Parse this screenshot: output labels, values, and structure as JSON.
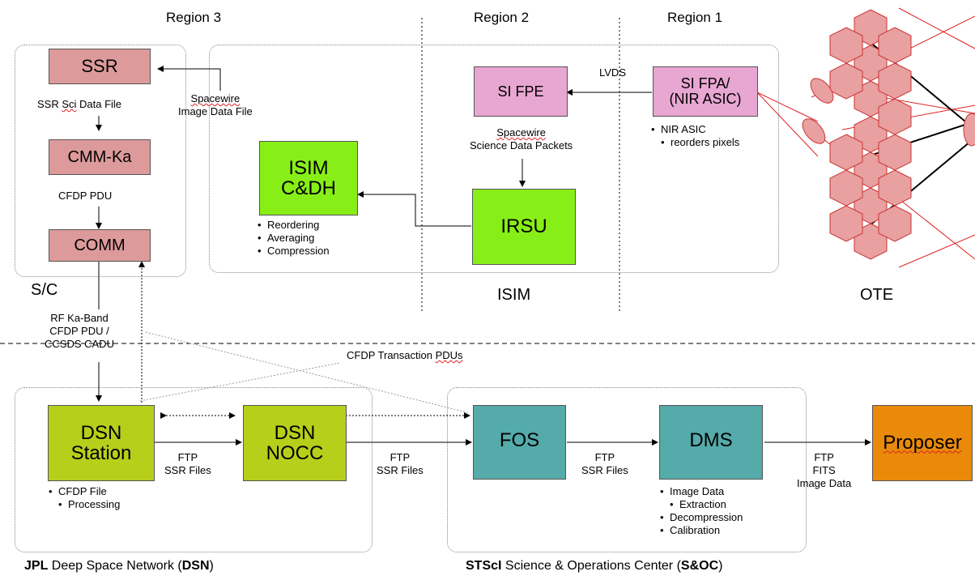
{
  "regions": {
    "region3": "Region 3",
    "region2": "Region 2",
    "region1": "Region 1"
  },
  "section_labels": {
    "sc": "S/C",
    "isim": "ISIM",
    "ote": "OTE"
  },
  "boxes": {
    "ssr": "SSR",
    "cmm": "CMM-Ka",
    "comm": "COMM",
    "isim_cdh_1": "ISIM",
    "isim_cdh_2": "C&DH",
    "si_fpe": "SI FPE",
    "si_fpa_1": "SI FPA/",
    "si_fpa_2": "(NIR ASIC)",
    "irsu": "IRSU",
    "dsn_station_1": "DSN",
    "dsn_station_2": "Station",
    "dsn_nocc_1": "DSN",
    "dsn_nocc_2": "NOCC",
    "fos": "FOS",
    "dms": "DMS",
    "proposer": "Proposer"
  },
  "labels": {
    "ssr_sci_1": "SSR ",
    "ssr_sci_squig": "Sci",
    "ssr_sci_2": " Data File",
    "cfdp_pdu": "CFDP PDU",
    "spacewire_1": "Spacewire",
    "spacewire_img": "Image Data File",
    "spacewire_2": "Spacewire",
    "spacewire_sci": "Science Data Packets",
    "lvds": "LVDS",
    "nir_1": "NIR ASIC",
    "nir_2": "reorders pixels",
    "rf_1": "RF Ka-Band",
    "rf_2": "CFDP PDU /",
    "rf_3": "CCSDS CADU",
    "cfdp_trans_1": "CFDP Transaction ",
    "cfdp_trans_squig": "PDUs",
    "ftp1_1": "FTP",
    "ftp1_2": "SSR Files",
    "ftp2_1": "FTP",
    "ftp2_2": "SSR Files",
    "ftp3_1": "FTP",
    "ftp3_2": "SSR Files",
    "ftp4_1": "FTP",
    "ftp4_2": "FITS",
    "ftp4_3": "Image Data"
  },
  "bullets": {
    "cdh": [
      "Reordering",
      "Averaging",
      "Compression"
    ],
    "dsn": [
      "CFDP File",
      "Processing"
    ],
    "dms": [
      "Image Data",
      "Extraction",
      "Decompression",
      "Calibration"
    ]
  },
  "titles": {
    "dsn_a": "JPL",
    "dsn_b": " Deep Space Network (",
    "dsn_c": "DSN",
    "dsn_d": ")",
    "soc_a": "STScI",
    "soc_b": " Science & Operations Center (",
    "soc_c": "S&OC",
    "soc_d": ")"
  }
}
